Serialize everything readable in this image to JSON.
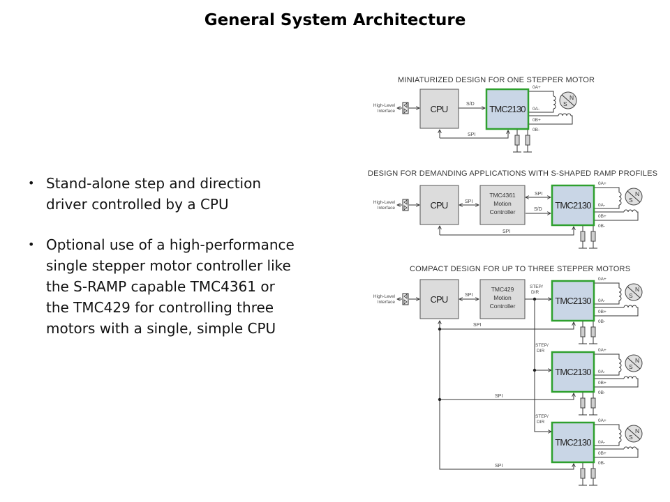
{
  "slide": {
    "title": "General System Architecture",
    "bullets": [
      {
        "lines": [
          "Stand-alone step and direction",
          "driver controlled by a CPU"
        ]
      },
      {
        "lines": [
          "Optional use of a high-performance",
          "single stepper motor controller like",
          "the S-RAMP capable TMC4361 or",
          "the TMC429 for controlling three",
          "motors with a single, simple CPU"
        ]
      }
    ]
  },
  "diagrams": [
    {
      "title": "MINIATURIZED DESIGN FOR ONE STEPPER MOTOR",
      "interface": [
        "High-Level",
        "Interface"
      ],
      "cpu": "CPU",
      "driver": "TMC2130",
      "signals": {
        "step_dir": "S/D",
        "spi": "SPI"
      },
      "outputs": [
        "0A+",
        "0A-",
        "0B+",
        "0B-"
      ]
    },
    {
      "title": "DESIGN FOR DEMANDING APPLICATIONS WITH S-SHAPED RAMP PROFILES",
      "interface": [
        "High-Level",
        "Interface"
      ],
      "cpu": "CPU",
      "controller": [
        "TMC4361",
        "Motion",
        "Controller"
      ],
      "driver": "TMC2130",
      "signals": {
        "cpu_ctrl": "SPI",
        "ctrl_spi": "SPI",
        "step_dir": "S/D",
        "spi": "SPI"
      },
      "outputs": [
        "0A+",
        "0A-",
        "0B+",
        "0B-"
      ]
    },
    {
      "title": "COMPACT DESIGN FOR UP TO THREE STEPPER MOTORS",
      "interface": [
        "High-Level",
        "Interface"
      ],
      "cpu": "CPU",
      "controller": [
        "TMC429",
        "Motion",
        "Controller"
      ],
      "drivers": [
        "TMC2130",
        "TMC2130",
        "TMC2130"
      ],
      "signals": {
        "cpu_ctrl": "SPI",
        "step_dir": [
          "STEP/",
          "DIR"
        ],
        "spi": "SPI"
      },
      "outputs": [
        "0A+",
        "0A-",
        "0B+",
        "0B-"
      ]
    }
  ],
  "motor_labels": {
    "north": "N",
    "south": "S"
  },
  "colors": {
    "driver_fill": "#c9d6e6",
    "driver_border": "#2ea02e",
    "block_fill": "#dcdcdc"
  }
}
